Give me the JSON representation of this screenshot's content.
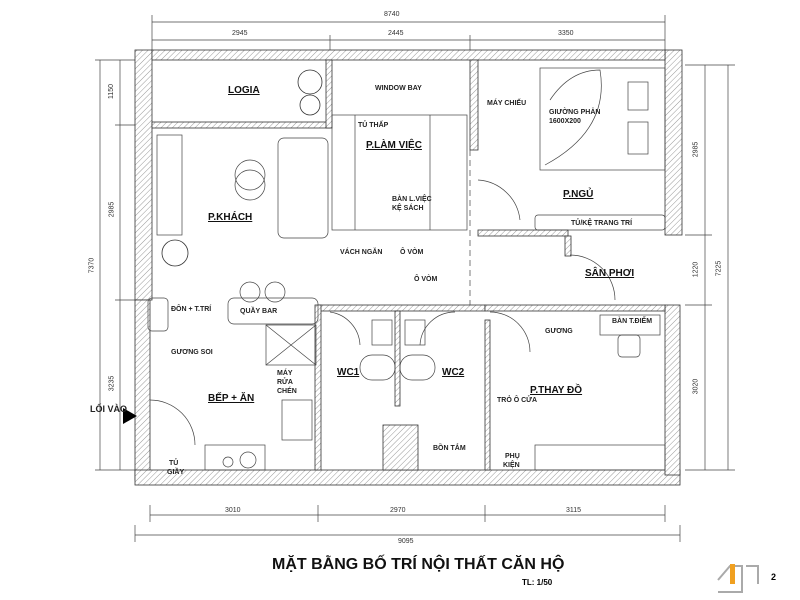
{
  "title": "MẶT BẰNG BỐ TRÍ NỘI THẤT CĂN HỘ",
  "scale": "TL: 1/50",
  "page_number": "2",
  "rooms": {
    "logia": "LOGIA",
    "lam_viec": "P.LÀM VIỆC",
    "khach": "P.KHÁCH",
    "ngu": "P.NGỦ",
    "san_phoi": "SÂN PHƠI",
    "bep": "BẾP + ĂN",
    "wc1": "WC1",
    "wc2": "WC2",
    "thay_do": "P.THAY ĐỒ"
  },
  "labels": {
    "window_bay": "WINDOW BAY",
    "tu_thap": "TỦ THẤP",
    "ban_lviec": "BÀN L.VIỆC",
    "ke_sach": "KỆ SÁCH",
    "vach_ngan": "VÁCH NGĂN",
    "o_vom1": "Ô VÒM",
    "o_vom2": "Ô VÒM",
    "may_chieu": "MÁY CHIẾU",
    "giuong": "GIƯỜNG PHẢN",
    "giuong_size": "1600X200",
    "tu_ke": "TỦ/KỆ TRANG TRÍ",
    "don": "ĐÔN + T.TRÍ",
    "quay_bar": "QUẦY BAR",
    "guong_soi": "GƯƠNG SOI",
    "may_rua_1": "MÁY",
    "may_rua_2": "RỬA",
    "may_rua_3": "CHÉN",
    "tu_giay_1": "TỦ",
    "tu_giay_2": "GIẦY",
    "bon_tam": "BỒN TẮM",
    "guong": "GƯƠNG",
    "ban_tdiem": "BÀN T.ĐIỂM",
    "tro_o_cua": "TRỎ Ô CỬA",
    "phu_kien_1": "PHỤ",
    "phu_kien_2": "KIỆN",
    "loi_vao": "LỐI VÀO"
  },
  "dims": {
    "top_total": "8740",
    "top": [
      "2945",
      "2445",
      "3350"
    ],
    "left_total": "7370",
    "left": [
      "1150",
      "2985",
      "3235"
    ],
    "right_total": "7225",
    "right": [
      "2985",
      "1220",
      "3020"
    ],
    "bottom_total": "9095",
    "bottom": [
      "3010",
      "2970",
      "3115"
    ]
  },
  "colors": {
    "wall_hatch": "#888888",
    "logo_accent": "#f0a020"
  }
}
